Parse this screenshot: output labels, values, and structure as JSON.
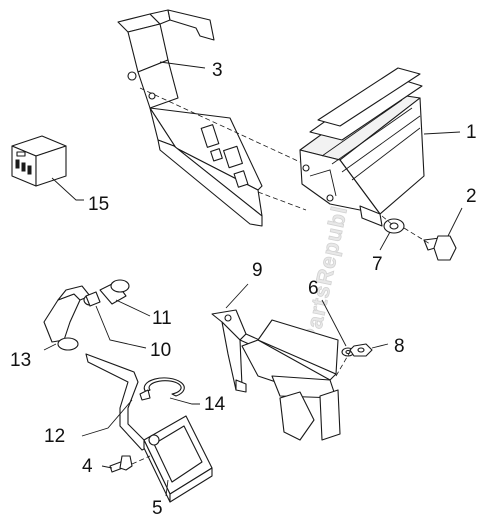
{
  "watermark": "PartsRepublik",
  "callouts": [
    {
      "id": "1",
      "label": "1"
    },
    {
      "id": "2",
      "label": "2"
    },
    {
      "id": "3",
      "label": "3"
    },
    {
      "id": "4",
      "label": "4"
    },
    {
      "id": "5",
      "label": "5"
    },
    {
      "id": "6",
      "label": "6"
    },
    {
      "id": "7",
      "label": "7"
    },
    {
      "id": "8",
      "label": "8"
    },
    {
      "id": "9",
      "label": "9"
    },
    {
      "id": "10",
      "label": "10"
    },
    {
      "id": "11",
      "label": "11"
    },
    {
      "id": "12",
      "label": "12"
    },
    {
      "id": "13",
      "label": "13"
    },
    {
      "id": "14",
      "label": "14"
    },
    {
      "id": "15",
      "label": "15"
    }
  ]
}
